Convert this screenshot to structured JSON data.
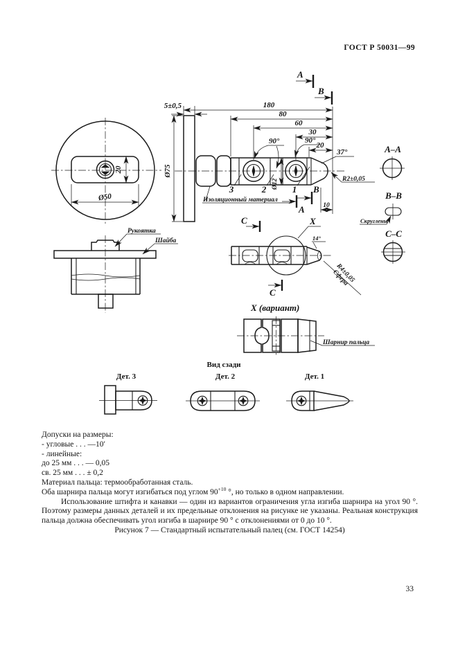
{
  "standard": "ГОСТ Р 50031—99",
  "page_number": "33",
  "caption": "Рисунок 7 — Стандартный испытательный палец (см. ГОСТ 14254)",
  "figure": {
    "dim_180": "180",
    "dim_80": "80",
    "dim_60": "60",
    "dim_30": "30",
    "dim_20": "20",
    "dim_10": "10",
    "dim_5": "5±0,5",
    "dia_75": "Ø75",
    "dia_50": "Ø50",
    "dia_12": "Ø12",
    "dim_20_handle": "20",
    "radius_tip": "R2±0,05",
    "radius_sphere": "R4±0,05",
    "sphere": "Сфера",
    "angle_90_1": "90°",
    "angle_90_2": "90°",
    "angle_37": "37°",
    "angle_14": "14°",
    "sec_a": "А",
    "sec_b": "В",
    "sec_c": "С",
    "sec_aa": "А–А",
    "sec_bb": "В–В",
    "sec_cc": "С–С",
    "detail_x": "Х",
    "detail_x_variant": "Х (вариант)",
    "item_1": "1",
    "item_2": "2",
    "item_3": "3",
    "label_insulating": "Изоляционный материал",
    "label_handle": "Рукоятка",
    "label_washer": "Шайба",
    "label_rounded": "Скруглены",
    "label_hinge": "Шарнир пальца",
    "label_rear": "Вид сзади",
    "det_1": "Дет. 1",
    "det_2": "Дет. 2",
    "det_3": "Дет. 3"
  },
  "notes": {
    "tol_title": "Допуски на размеры:",
    "tol_angular": "- угловые . . . —10′",
    "tol_linear": "- линейные:",
    "tol_upto": "до 25 мм . . . — 0,05",
    "tol_over": "св. 25 мм . . . ± 0,2",
    "material": "Материал пальца: термообработанная сталь.",
    "bend_pre": "Оба шарнира пальца могут изгибаться под углом 90",
    "bend_sup": "+10",
    "bend_post": " °, но только в одном направлении.",
    "construction": "Использование штифта и канавки — один из вариантов ограничения угла изгиба шарнира на угол 90 °. Поэтому размеры данных деталей и их предельные отклонения на рисунке не указаны. Реальная конструкция пальца должна обеспечивать угол изгиба в шарнире 90 ° с отклонениями от 0 до 10 °."
  }
}
